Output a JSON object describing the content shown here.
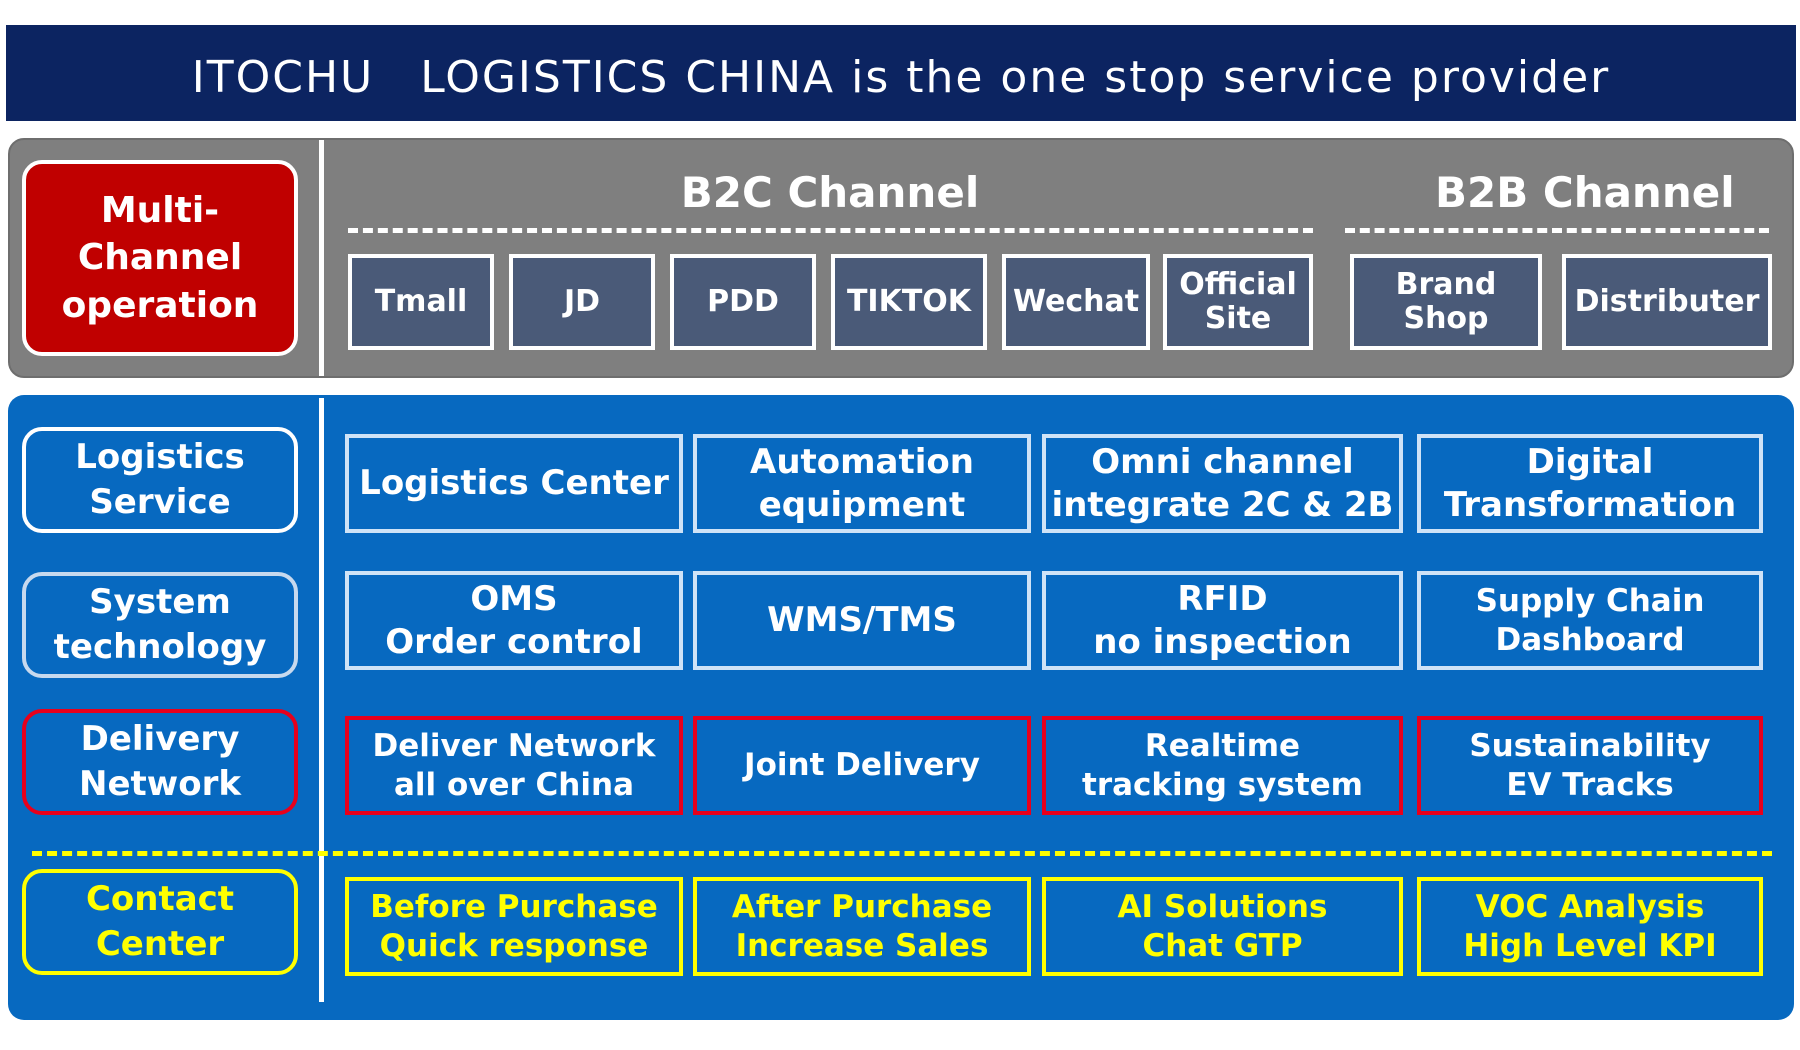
{
  "title": "ITOCHU　LOGISTICS CHINA is the one stop service provider",
  "multi_channel": {
    "label": "Multi-\nChannel\noperation"
  },
  "b2c": {
    "heading": "B2C Channel",
    "channels": [
      "Tmall",
      "JD",
      "PDD",
      "TIKTOK",
      "Wechat",
      "Official\nSite"
    ]
  },
  "b2b": {
    "heading": "B2B Channel",
    "channels": [
      "Brand\nShop",
      "Distributer"
    ]
  },
  "rows": [
    {
      "label": "Logistics\nService",
      "cells": [
        "Logistics Center",
        "Automation\nequipment",
        "Omni channel\nintegrate 2C & 2B",
        "Digital\nTransformation"
      ]
    },
    {
      "label": "System\ntechnology",
      "cells": [
        "OMS\nOrder control",
        "WMS/TMS",
        "RFID\nno inspection",
        "Supply Chain\nDashboard"
      ]
    },
    {
      "label": "Delivery\nNetwork",
      "cells": [
        "Deliver Network\nall over China",
        "Joint Delivery",
        "Realtime\ntracking system",
        "Sustainability\nEV Tracks"
      ]
    },
    {
      "label": "Contact\nCenter",
      "cells": [
        "Before Purchase\nQuick response",
        "After Purchase\nIncrease Sales",
        "AI Solutions\nChat GTP",
        "VOC Analysis\nHigh Level KPI"
      ]
    }
  ],
  "colors": {
    "title_bg": "#0c2461",
    "channel_panel": "#7f7f7f",
    "channel_box": "#4a5a78",
    "service_panel": "#0769c0",
    "multi_channel_red": "#c00000",
    "delivery_border_red": "#e8001c",
    "contact_yellow": "#ffff00"
  }
}
